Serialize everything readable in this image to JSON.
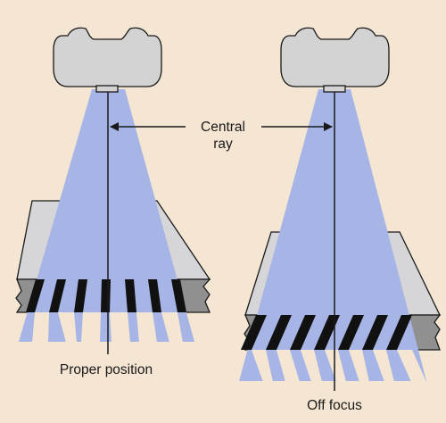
{
  "labels": {
    "central_ray_line1": "Central",
    "central_ray_line2": "ray",
    "left_caption": "Proper position",
    "right_caption": "Off focus"
  },
  "colors": {
    "background": "#f5e6d3",
    "beam": "#a7b4e6",
    "tube": "#d3d3d4",
    "grid_top": "#d6d6d9",
    "grid_front": "#909090",
    "lead_strip": "#111111",
    "outline": "#1a1a1a"
  },
  "icons": {
    "tube": "x-ray-tube-icon",
    "arrow": "arrow-left-icon"
  }
}
